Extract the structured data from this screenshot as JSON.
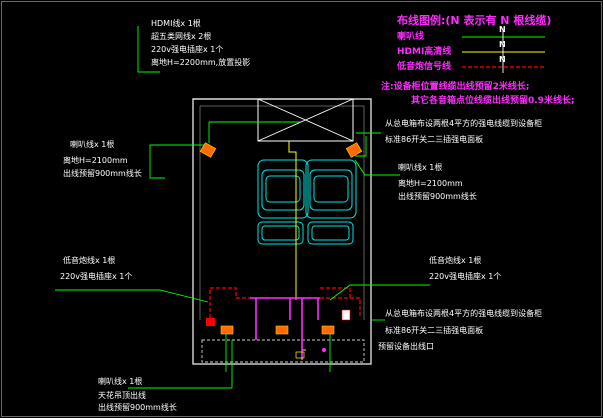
{
  "legend": {
    "title": "布线图例:(N 表示有 N 根线缆)",
    "items": [
      {
        "label": "喇叭线",
        "mark": "N",
        "color": "#00ff00"
      },
      {
        "label": "HDMI高清线",
        "mark": "N",
        "color": "#ffff00"
      },
      {
        "label": "低音炮信号线",
        "mark": "N",
        "color": "#ff0000"
      }
    ],
    "note1": "注:设备柜位置线缆出线预留2米线长;",
    "note2": "其它各音箱点位线缆出线预留0.9米线长;"
  },
  "labels": {
    "projector": {
      "line1": "HDMI线x 1根",
      "line2": "超五类网线x 2根",
      "line3": "220v强电插座x 1个",
      "line4": "离地H=2200mm,放置投影"
    },
    "left_speaker": {
      "line1": "喇叭线x 1根",
      "line2": "离地H=2100mm",
      "line3": "出线预留900mm线长"
    },
    "right_power_top": {
      "line1": "从总电箱布设两根4平方的强电线缆到设备柜",
      "line2": "标准86开关二三插强电面板"
    },
    "right_speaker": {
      "line1": "喇叭线x 1根",
      "line2": "离地H=2100mm",
      "line3": "出线预留900mm线长"
    },
    "left_subwoofer": {
      "line1": "低音炮线x 1根",
      "line2": "220v强电插座x 1个"
    },
    "right_subwoofer": {
      "line1": "低音炮线x 1根",
      "line2": "220v强电插座x 1个"
    },
    "right_power_bottom": {
      "line1": "从总电箱布设两根4平方的强电线缆到设备柜",
      "line2": "标准86开关二三插强电面板",
      "line3": "预留设备出线口"
    },
    "ceiling_speaker": {
      "line1": "喇叭线x 1根",
      "line2": "天花吊顶出线",
      "line3": "出线预留900mm线长"
    }
  }
}
